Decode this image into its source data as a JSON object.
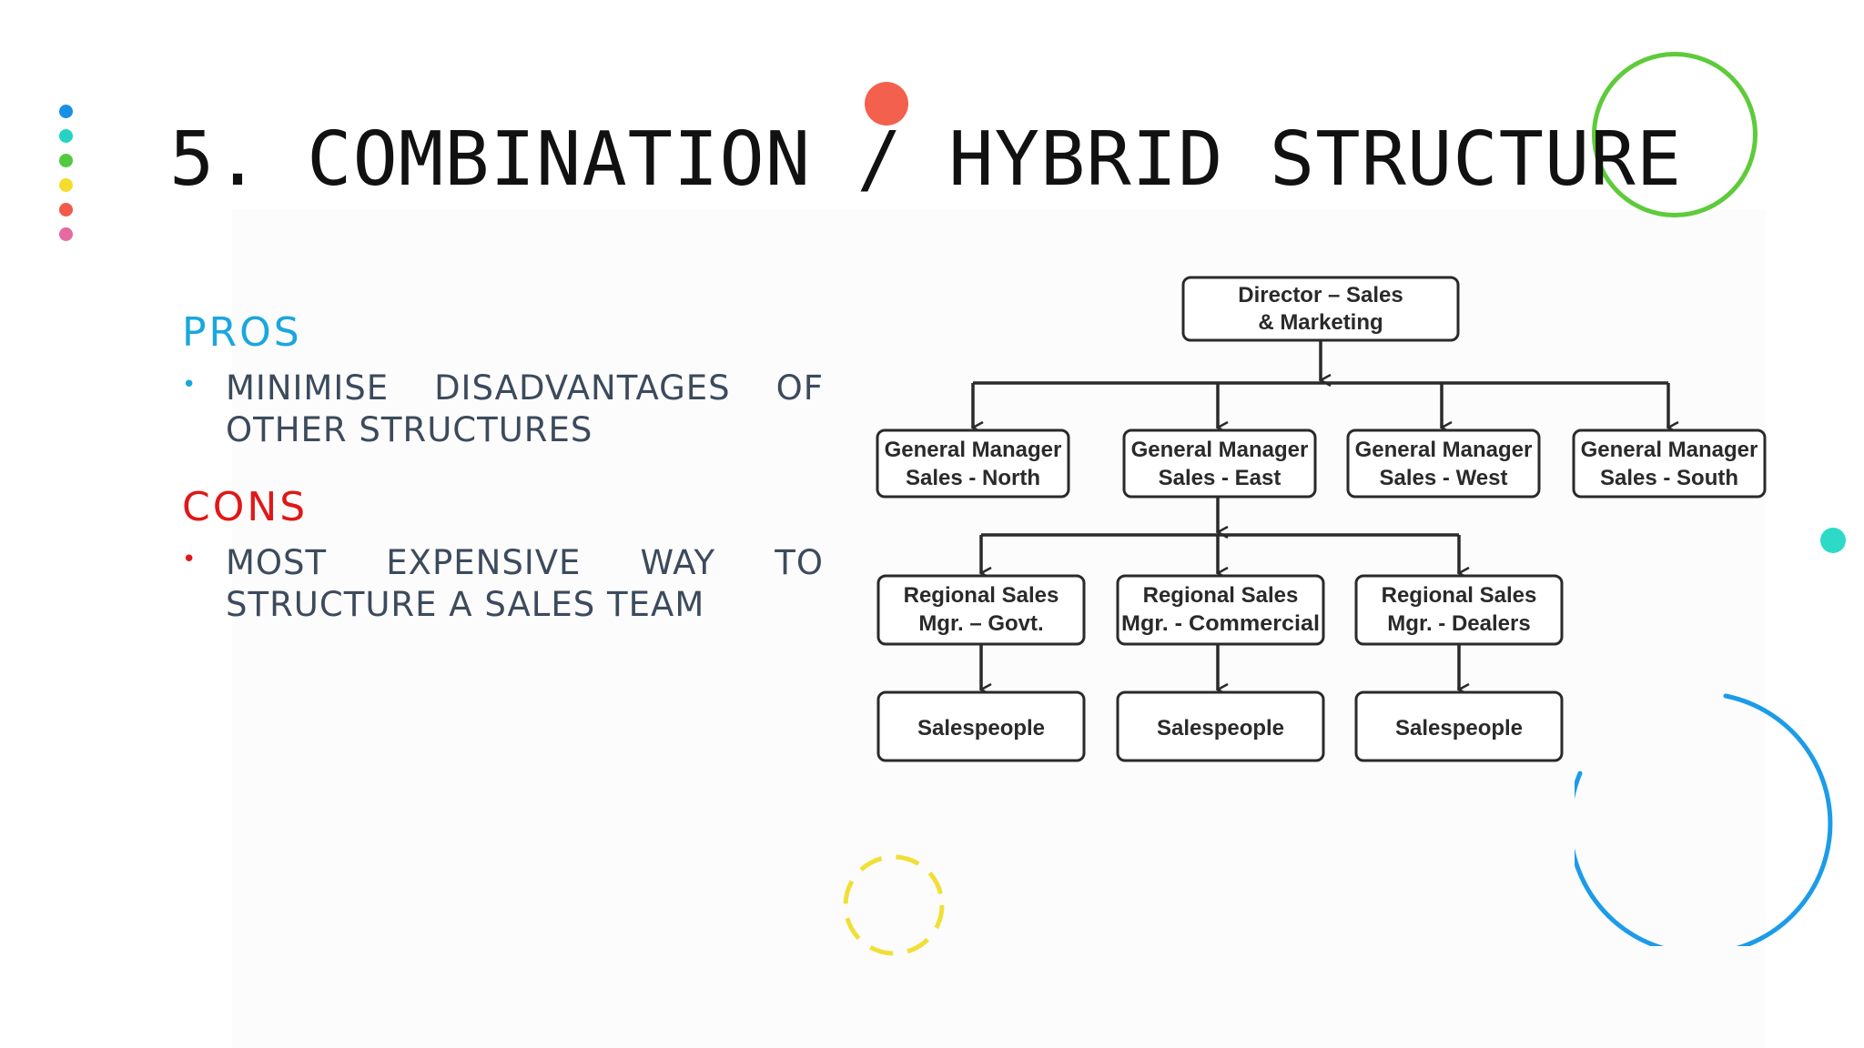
{
  "slide": {
    "title": "5. COMBINATION / HYBRID STRUCTURE"
  },
  "pros": {
    "heading": "PROS",
    "bullet": "MINIMISE DISADVANTAGES OF OTHER STRUCTURES"
  },
  "cons": {
    "heading": "CONS",
    "bullet": "MOST EXPENSIVE WAY TO STRUCTURE A SALES TEAM"
  },
  "org_chart": {
    "director": [
      "Director – Sales",
      "& Marketing"
    ],
    "general_managers": [
      [
        "General Manager",
        "Sales - North"
      ],
      [
        "General Manager",
        "Sales - East"
      ],
      [
        "General Manager",
        "Sales - West"
      ],
      [
        "General Manager",
        "Sales - South"
      ]
    ],
    "regional_managers": [
      [
        "Regional Sales",
        "Mgr. – Govt."
      ],
      [
        "Regional Sales",
        "Mgr. - Commercial"
      ],
      [
        "Regional Sales",
        "Mgr. - Dealers"
      ]
    ],
    "salespeople": [
      "Salespeople",
      "Salespeople",
      "Salespeople"
    ]
  },
  "colors": {
    "dots": [
      "#1a8fe6",
      "#25d3c5",
      "#52c93e",
      "#f4dd2d",
      "#f15a4a",
      "#e66aa0"
    ],
    "pros_heading": "#19a7de",
    "cons_heading": "#e01818",
    "circle_green": "#5ecb3a",
    "circle_blue": "#1c9ce8",
    "dot_red": "#f3604d",
    "dot_teal": "#2ddac8",
    "circle_yellow_dashed": "#f2df36"
  }
}
